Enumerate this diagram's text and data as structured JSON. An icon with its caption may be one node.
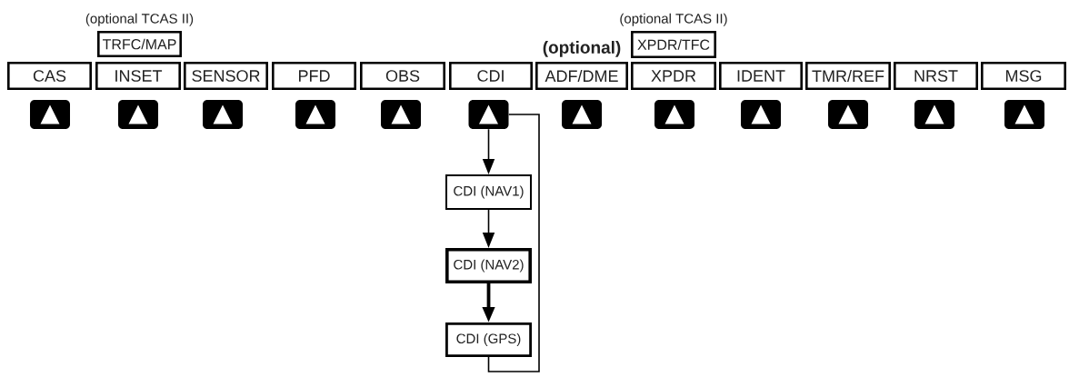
{
  "diagram": {
    "nodes": [
      {
        "text": [
          "TRFC/MAP"
        ],
        "beside": [
          "(optional TCAS II)"
        ]
      },
      {
        "text": [
          "XPDR/TFC"
        ],
        "beside": [
          "(optional TCAS II)"
        ]
      },
      {
        "text": [
          "CAS"
        ]
      },
      {
        "text": [
          "INSET"
        ]
      },
      {
        "text": [
          "SENSOR"
        ]
      },
      {
        "text": [
          "PFD"
        ]
      },
      {
        "text": [
          "OBS"
        ]
      },
      {
        "text": [
          "CDI"
        ]
      },
      {
        "text": [
          "ADF/DME"
        ],
        "beside": [
          "(optional)"
        ]
      },
      {
        "text": [
          "XPDR"
        ]
      },
      {
        "text": [
          "IDENT"
        ]
      },
      {
        "text": [
          "TMR/REF"
        ]
      },
      {
        "text": [
          "NRST"
        ]
      },
      {
        "text": [
          "MSG"
        ]
      },
      {
        "text": [],
        "shape": "button"
      },
      {
        "text": [],
        "shape": "button"
      },
      {
        "text": [],
        "shape": "button"
      },
      {
        "text": [],
        "shape": "button"
      },
      {
        "text": [],
        "shape": "button"
      },
      {
        "text": [],
        "shape": "button"
      },
      {
        "text": [],
        "shape": "button"
      },
      {
        "text": [],
        "shape": "button"
      },
      {
        "text": [],
        "shape": "button"
      },
      {
        "text": [],
        "shape": "button"
      },
      {
        "text": [],
        "shape": "button"
      },
      {
        "text": [],
        "shape": "button"
      },
      {
        "text": [
          "CDI (NAV1)"
        ]
      },
      {
        "text": [
          "CDI (NAV2)"
        ]
      },
      {
        "text": [
          "CDI (GPS)"
        ]
      }
    ],
    "edges": [
      {
        "from": 19,
        "to": 26,
        "arrow": "to"
      },
      {
        "from": 26,
        "to": 27,
        "arrow": "to"
      },
      {
        "from": 27,
        "to": 28,
        "arrow": "to",
        "style": "thick"
      },
      {
        "from": 28,
        "to": 19,
        "arrow": "none"
      }
    ]
  }
}
